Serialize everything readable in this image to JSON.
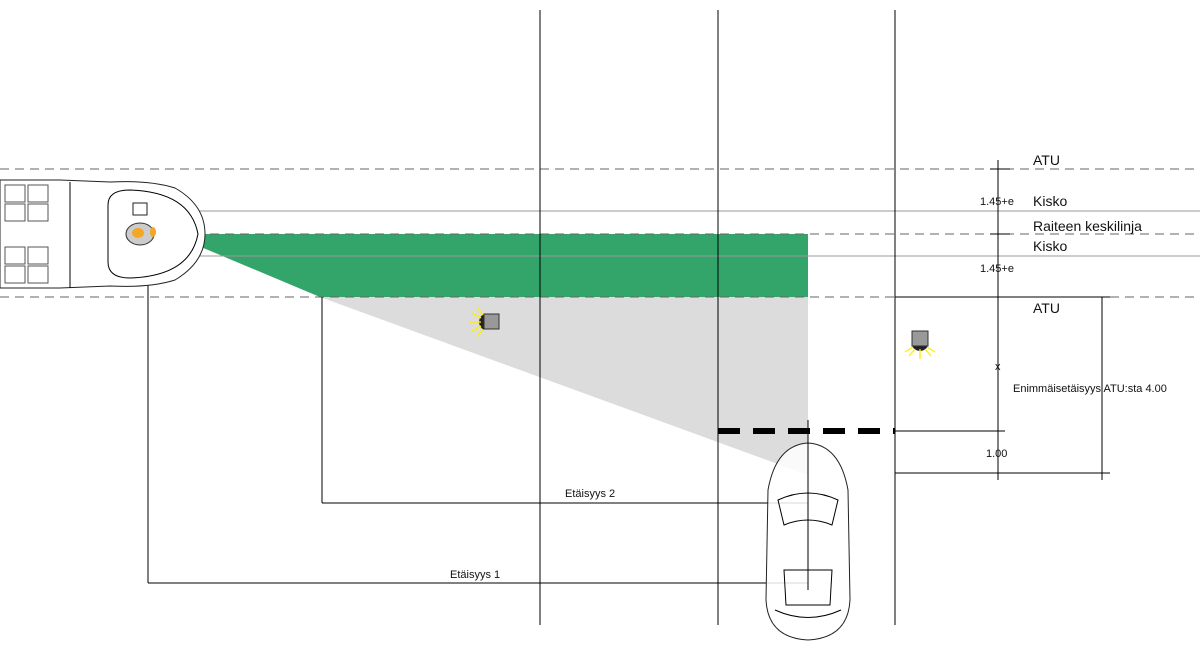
{
  "labels": {
    "atu_top": "ATU",
    "kisko_top": "Kisko",
    "centerline": "Raiteen keskilinja",
    "kisko_bottom": "Kisko",
    "atu_bottom": "ATU",
    "dim_145_top": "1.45+e",
    "dim_145_bottom": "1.45+e",
    "dim_x": "x",
    "dim_max": "Enimmäisetäisyys ATU:sta 4.00",
    "dim_100": "1.00",
    "distance_2": "Etäisyys 2",
    "distance_1": "Etäisyys 1"
  },
  "colors": {
    "green_zone": "#33a56a",
    "grey_zone": "#dcdcdc",
    "signal_light": "#ffee00",
    "signal_box": "#999999"
  }
}
